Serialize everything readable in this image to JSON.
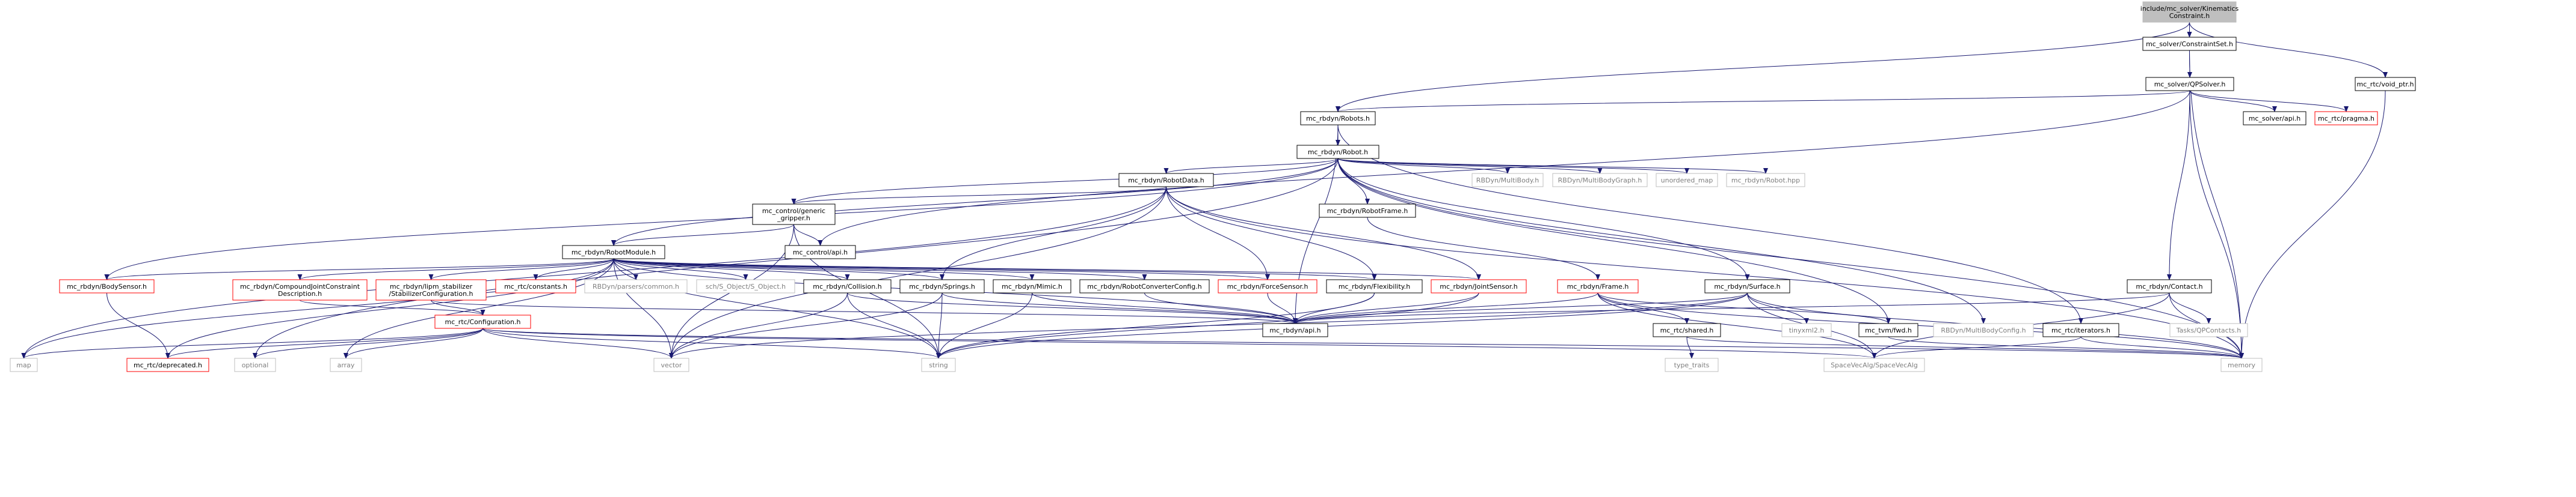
{
  "graph": {
    "colors": {
      "node_border_black": "#000000",
      "node_border_gray": "#bfbfbf",
      "node_border_red": "#ff0000",
      "node_fill_white": "#ffffff",
      "node_fill_root": "#bfbfbf",
      "text_black": "#000000",
      "text_gray": "#7f7f7f",
      "edge": "#191970"
    },
    "nodes": [
      {
        "id": "root",
        "lines": [
          "include/mc_solver/Kinematics",
          "Constraint.h"
        ],
        "style": "root"
      },
      {
        "id": "constraintset",
        "lines": [
          "mc_solver/ConstraintSet.h"
        ],
        "style": "normal"
      },
      {
        "id": "voidptr",
        "lines": [
          "mc_rtc/void_ptr.h"
        ],
        "style": "normal"
      },
      {
        "id": "qpsolver",
        "lines": [
          "mc_solver/QPSolver.h"
        ],
        "style": "normal"
      },
      {
        "id": "robots",
        "lines": [
          "mc_rbdyn/Robots.h"
        ],
        "style": "normal"
      },
      {
        "id": "solverapi",
        "lines": [
          "mc_solver/api.h"
        ],
        "style": "normal"
      },
      {
        "id": "pragma",
        "lines": [
          "mc_rtc/pragma.h"
        ],
        "style": "red"
      },
      {
        "id": "robot",
        "lines": [
          "mc_rbdyn/Robot.h"
        ],
        "style": "normal"
      },
      {
        "id": "robotdata",
        "lines": [
          "mc_rbdyn/RobotData.h"
        ],
        "style": "normal"
      },
      {
        "id": "multibody",
        "lines": [
          "RBDyn/MultiBody.h"
        ],
        "style": "gray"
      },
      {
        "id": "multibodygraph",
        "lines": [
          "RBDyn/MultiBodyGraph.h"
        ],
        "style": "gray"
      },
      {
        "id": "unorderedmap",
        "lines": [
          "unordered_map"
        ],
        "style": "gray"
      },
      {
        "id": "robothpp",
        "lines": [
          "mc_rbdyn/Robot.hpp"
        ],
        "style": "gray"
      },
      {
        "id": "gripper",
        "lines": [
          "mc_control/generic",
          "_gripper.h"
        ],
        "style": "normal"
      },
      {
        "id": "robotframe",
        "lines": [
          "mc_rbdyn/RobotFrame.h"
        ],
        "style": "normal"
      },
      {
        "id": "controlapi",
        "lines": [
          "mc_control/api.h"
        ],
        "style": "normal"
      },
      {
        "id": "robotmodule",
        "lines": [
          "mc_rbdyn/RobotModule.h"
        ],
        "style": "normal"
      },
      {
        "id": "bodysensor",
        "lines": [
          "mc_rbdyn/BodySensor.h"
        ],
        "style": "red"
      },
      {
        "id": "compound",
        "lines": [
          "mc_rbdyn/CompoundJointConstraint",
          "Description.h"
        ],
        "style": "red"
      },
      {
        "id": "lipm",
        "lines": [
          "mc_rbdyn/lipm_stabilizer",
          "/StabilizerConfiguration.h"
        ],
        "style": "red"
      },
      {
        "id": "constants",
        "lines": [
          "mc_rtc/constants.h"
        ],
        "style": "red"
      },
      {
        "id": "parserscommon",
        "lines": [
          "RBDyn/parsers/common.h"
        ],
        "style": "gray"
      },
      {
        "id": "sobject",
        "lines": [
          "sch/S_Object/S_Object.h"
        ],
        "style": "gray"
      },
      {
        "id": "collision",
        "lines": [
          "mc_rbdyn/Collision.h"
        ],
        "style": "normal"
      },
      {
        "id": "springs",
        "lines": [
          "mc_rbdyn/Springs.h"
        ],
        "style": "normal"
      },
      {
        "id": "mimic",
        "lines": [
          "mc_rbdyn/Mimic.h"
        ],
        "style": "normal"
      },
      {
        "id": "converterconfig",
        "lines": [
          "mc_rbdyn/RobotConverterConfig.h"
        ],
        "style": "normal"
      },
      {
        "id": "forcesensor",
        "lines": [
          "mc_rbdyn/ForceSensor.h"
        ],
        "style": "red"
      },
      {
        "id": "flexibility",
        "lines": [
          "mc_rbdyn/Flexibility.h"
        ],
        "style": "normal"
      },
      {
        "id": "jointsensor",
        "lines": [
          "mc_rbdyn/JointSensor.h"
        ],
        "style": "red"
      },
      {
        "id": "frame",
        "lines": [
          "mc_rbdyn/Frame.h"
        ],
        "style": "red"
      },
      {
        "id": "surface",
        "lines": [
          "mc_rbdyn/Surface.h"
        ],
        "style": "normal"
      },
      {
        "id": "contact",
        "lines": [
          "mc_rbdyn/Contact.h"
        ],
        "style": "normal"
      },
      {
        "id": "configuration",
        "lines": [
          "mc_rtc/Configuration.h"
        ],
        "style": "red"
      },
      {
        "id": "rbdynapi",
        "lines": [
          "mc_rbdyn/api.h"
        ],
        "style": "normal"
      },
      {
        "id": "shared",
        "lines": [
          "mc_rtc/shared.h"
        ],
        "style": "normal"
      },
      {
        "id": "tinyxml",
        "lines": [
          "tinyxml2.h"
        ],
        "style": "gray"
      },
      {
        "id": "tvmfwd",
        "lines": [
          "mc_tvm/fwd.h"
        ],
        "style": "normal"
      },
      {
        "id": "mbconfig",
        "lines": [
          "RBDyn/MultiBodyConfig.h"
        ],
        "style": "gray"
      },
      {
        "id": "iterators",
        "lines": [
          "mc_rtc/iterators.h"
        ],
        "style": "normal"
      },
      {
        "id": "qpcontacts",
        "lines": [
          "Tasks/QPContacts.h"
        ],
        "style": "gray"
      },
      {
        "id": "map",
        "lines": [
          "map"
        ],
        "style": "gray"
      },
      {
        "id": "deprecated",
        "lines": [
          "mc_rtc/deprecated.h"
        ],
        "style": "red"
      },
      {
        "id": "optional",
        "lines": [
          "optional"
        ],
        "style": "gray"
      },
      {
        "id": "array",
        "lines": [
          "array"
        ],
        "style": "gray"
      },
      {
        "id": "vector",
        "lines": [
          "vector"
        ],
        "style": "gray"
      },
      {
        "id": "string",
        "lines": [
          "string"
        ],
        "style": "gray"
      },
      {
        "id": "typetraits",
        "lines": [
          "type_traits"
        ],
        "style": "gray"
      },
      {
        "id": "spacevec",
        "lines": [
          "SpaceVecAlg/SpaceVecAlg"
        ],
        "style": "gray"
      },
      {
        "id": "memory",
        "lines": [
          "memory"
        ],
        "style": "gray"
      }
    ],
    "edges": [
      [
        "root",
        "constraintset"
      ],
      [
        "root",
        "voidptr"
      ],
      [
        "root",
        "robots"
      ],
      [
        "constraintset",
        "qpsolver"
      ],
      [
        "constraintset",
        "memory"
      ],
      [
        "voidptr",
        "memory"
      ],
      [
        "qpsolver",
        "robots"
      ],
      [
        "qpsolver",
        "solverapi"
      ],
      [
        "qpsolver",
        "pragma"
      ],
      [
        "qpsolver",
        "controlapi"
      ],
      [
        "qpsolver",
        "contact"
      ],
      [
        "qpsolver",
        "memory"
      ],
      [
        "robots",
        "robot"
      ],
      [
        "robots",
        "iterators"
      ],
      [
        "robots",
        "rbdynapi"
      ],
      [
        "robot",
        "robotdata"
      ],
      [
        "robot",
        "multibody"
      ],
      [
        "robot",
        "multibodygraph"
      ],
      [
        "robot",
        "unorderedmap"
      ],
      [
        "robot",
        "robothpp"
      ],
      [
        "robot",
        "robotframe"
      ],
      [
        "robot",
        "gripper"
      ],
      [
        "robot",
        "robotmodule"
      ],
      [
        "robot",
        "bodysensor"
      ],
      [
        "robot",
        "surface"
      ],
      [
        "robot",
        "tvmfwd"
      ],
      [
        "robot",
        "mbconfig"
      ],
      [
        "robot",
        "memory"
      ],
      [
        "robot",
        "optional"
      ],
      [
        "robotdata",
        "gripper"
      ],
      [
        "robotdata",
        "springs"
      ],
      [
        "robotdata",
        "forcesensor"
      ],
      [
        "robotdata",
        "flexibility"
      ],
      [
        "robotdata",
        "jointsensor"
      ],
      [
        "robotdata",
        "memory"
      ],
      [
        "robotdata",
        "vector"
      ],
      [
        "robotdata",
        "map"
      ],
      [
        "gripper",
        "controlapi"
      ],
      [
        "gripper",
        "robotmodule"
      ],
      [
        "gripper",
        "string"
      ],
      [
        "gripper",
        "vector"
      ],
      [
        "robotframe",
        "frame"
      ],
      [
        "robotmodule",
        "bodysensor"
      ],
      [
        "robotmodule",
        "compound"
      ],
      [
        "robotmodule",
        "lipm"
      ],
      [
        "robotmodule",
        "constants"
      ],
      [
        "robotmodule",
        "parserscommon"
      ],
      [
        "robotmodule",
        "sobject"
      ],
      [
        "robotmodule",
        "collision"
      ],
      [
        "robotmodule",
        "springs"
      ],
      [
        "robotmodule",
        "mimic"
      ],
      [
        "robotmodule",
        "converterconfig"
      ],
      [
        "robotmodule",
        "forcesensor"
      ],
      [
        "robotmodule",
        "flexibility"
      ],
      [
        "robotmodule",
        "jointsensor"
      ],
      [
        "robotmodule",
        "rbdynapi"
      ],
      [
        "robotmodule",
        "deprecated"
      ],
      [
        "robotmodule",
        "map"
      ],
      [
        "robotmodule",
        "array"
      ],
      [
        "robotmodule",
        "vector"
      ],
      [
        "robotmodule",
        "string"
      ],
      [
        "bodysensor",
        "deprecated"
      ],
      [
        "compound",
        "configuration"
      ],
      [
        "lipm",
        "configuration"
      ],
      [
        "lipm",
        "rbdynapi"
      ],
      [
        "collision",
        "rbdynapi"
      ],
      [
        "collision",
        "string"
      ],
      [
        "collision",
        "vector"
      ],
      [
        "springs",
        "rbdynapi"
      ],
      [
        "springs",
        "string"
      ],
      [
        "springs",
        "vector"
      ],
      [
        "mimic",
        "rbdynapi"
      ],
      [
        "mimic",
        "string"
      ],
      [
        "converterconfig",
        "rbdynapi"
      ],
      [
        "forcesensor",
        "rbdynapi"
      ],
      [
        "flexibility",
        "rbdynapi"
      ],
      [
        "flexibility",
        "string"
      ],
      [
        "jointsensor",
        "rbdynapi"
      ],
      [
        "jointsensor",
        "string"
      ],
      [
        "frame",
        "rbdynapi"
      ],
      [
        "frame",
        "shared"
      ],
      [
        "frame",
        "tvmfwd"
      ],
      [
        "frame",
        "spacevec"
      ],
      [
        "frame",
        "memory"
      ],
      [
        "surface",
        "rbdynapi"
      ],
      [
        "surface",
        "tinyxml"
      ],
      [
        "surface",
        "spacevec"
      ],
      [
        "surface",
        "string"
      ],
      [
        "surface",
        "vector"
      ],
      [
        "surface",
        "memory"
      ],
      [
        "contact",
        "rbdynapi"
      ],
      [
        "contact",
        "qpcontacts"
      ],
      [
        "contact",
        "spacevec"
      ],
      [
        "contact",
        "memory"
      ],
      [
        "configuration",
        "deprecated"
      ],
      [
        "configuration",
        "map"
      ],
      [
        "configuration",
        "optional"
      ],
      [
        "configuration",
        "array"
      ],
      [
        "configuration",
        "vector"
      ],
      [
        "configuration",
        "string"
      ],
      [
        "configuration",
        "spacevec"
      ],
      [
        "configuration",
        "memory"
      ],
      [
        "shared",
        "typetraits"
      ],
      [
        "shared",
        "memory"
      ],
      [
        "tvmfwd",
        "memory"
      ],
      [
        "iterators",
        "memory"
      ],
      [
        "iterators",
        "spacevec"
      ]
    ]
  }
}
